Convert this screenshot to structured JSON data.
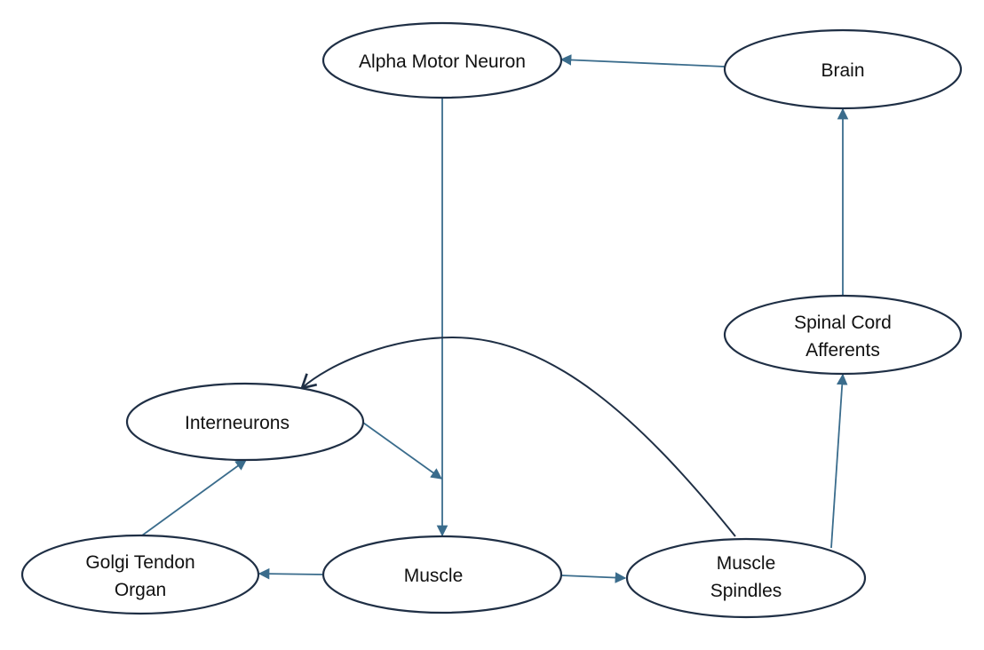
{
  "diagram": {
    "nodes": {
      "alpha_motor_neuron": {
        "lines": [
          "Alpha Motor Neuron"
        ]
      },
      "brain": {
        "lines": [
          "Brain"
        ]
      },
      "spinal_cord_afferents": {
        "lines": [
          "Spinal Cord",
          "Afferents"
        ]
      },
      "interneurons": {
        "lines": [
          "Interneurons"
        ]
      },
      "golgi_tendon_organ": {
        "lines": [
          "Golgi Tendon",
          "Organ"
        ]
      },
      "muscle": {
        "lines": [
          "Muscle"
        ]
      },
      "muscle_spindles": {
        "lines": [
          "Muscle",
          "Spindles"
        ]
      }
    },
    "edges": [
      {
        "from": "brain",
        "to": "alpha_motor_neuron"
      },
      {
        "from": "alpha_motor_neuron",
        "to": "muscle"
      },
      {
        "from": "spinal_cord_afferents",
        "to": "brain"
      },
      {
        "from": "muscle_spindles",
        "to": "spinal_cord_afferents"
      },
      {
        "from": "muscle",
        "to": "muscle_spindles"
      },
      {
        "from": "muscle",
        "to": "golgi_tendon_organ"
      },
      {
        "from": "golgi_tendon_organ",
        "to": "interneurons"
      },
      {
        "from": "interneurons",
        "to": "muscle"
      },
      {
        "from": "muscle_spindles",
        "to": "interneurons"
      }
    ],
    "colors": {
      "node_stroke": "#1f2f45",
      "arrow_blue": "#3a6c8c",
      "arrow_dark": "#1f2f45",
      "text": "#111111"
    }
  }
}
